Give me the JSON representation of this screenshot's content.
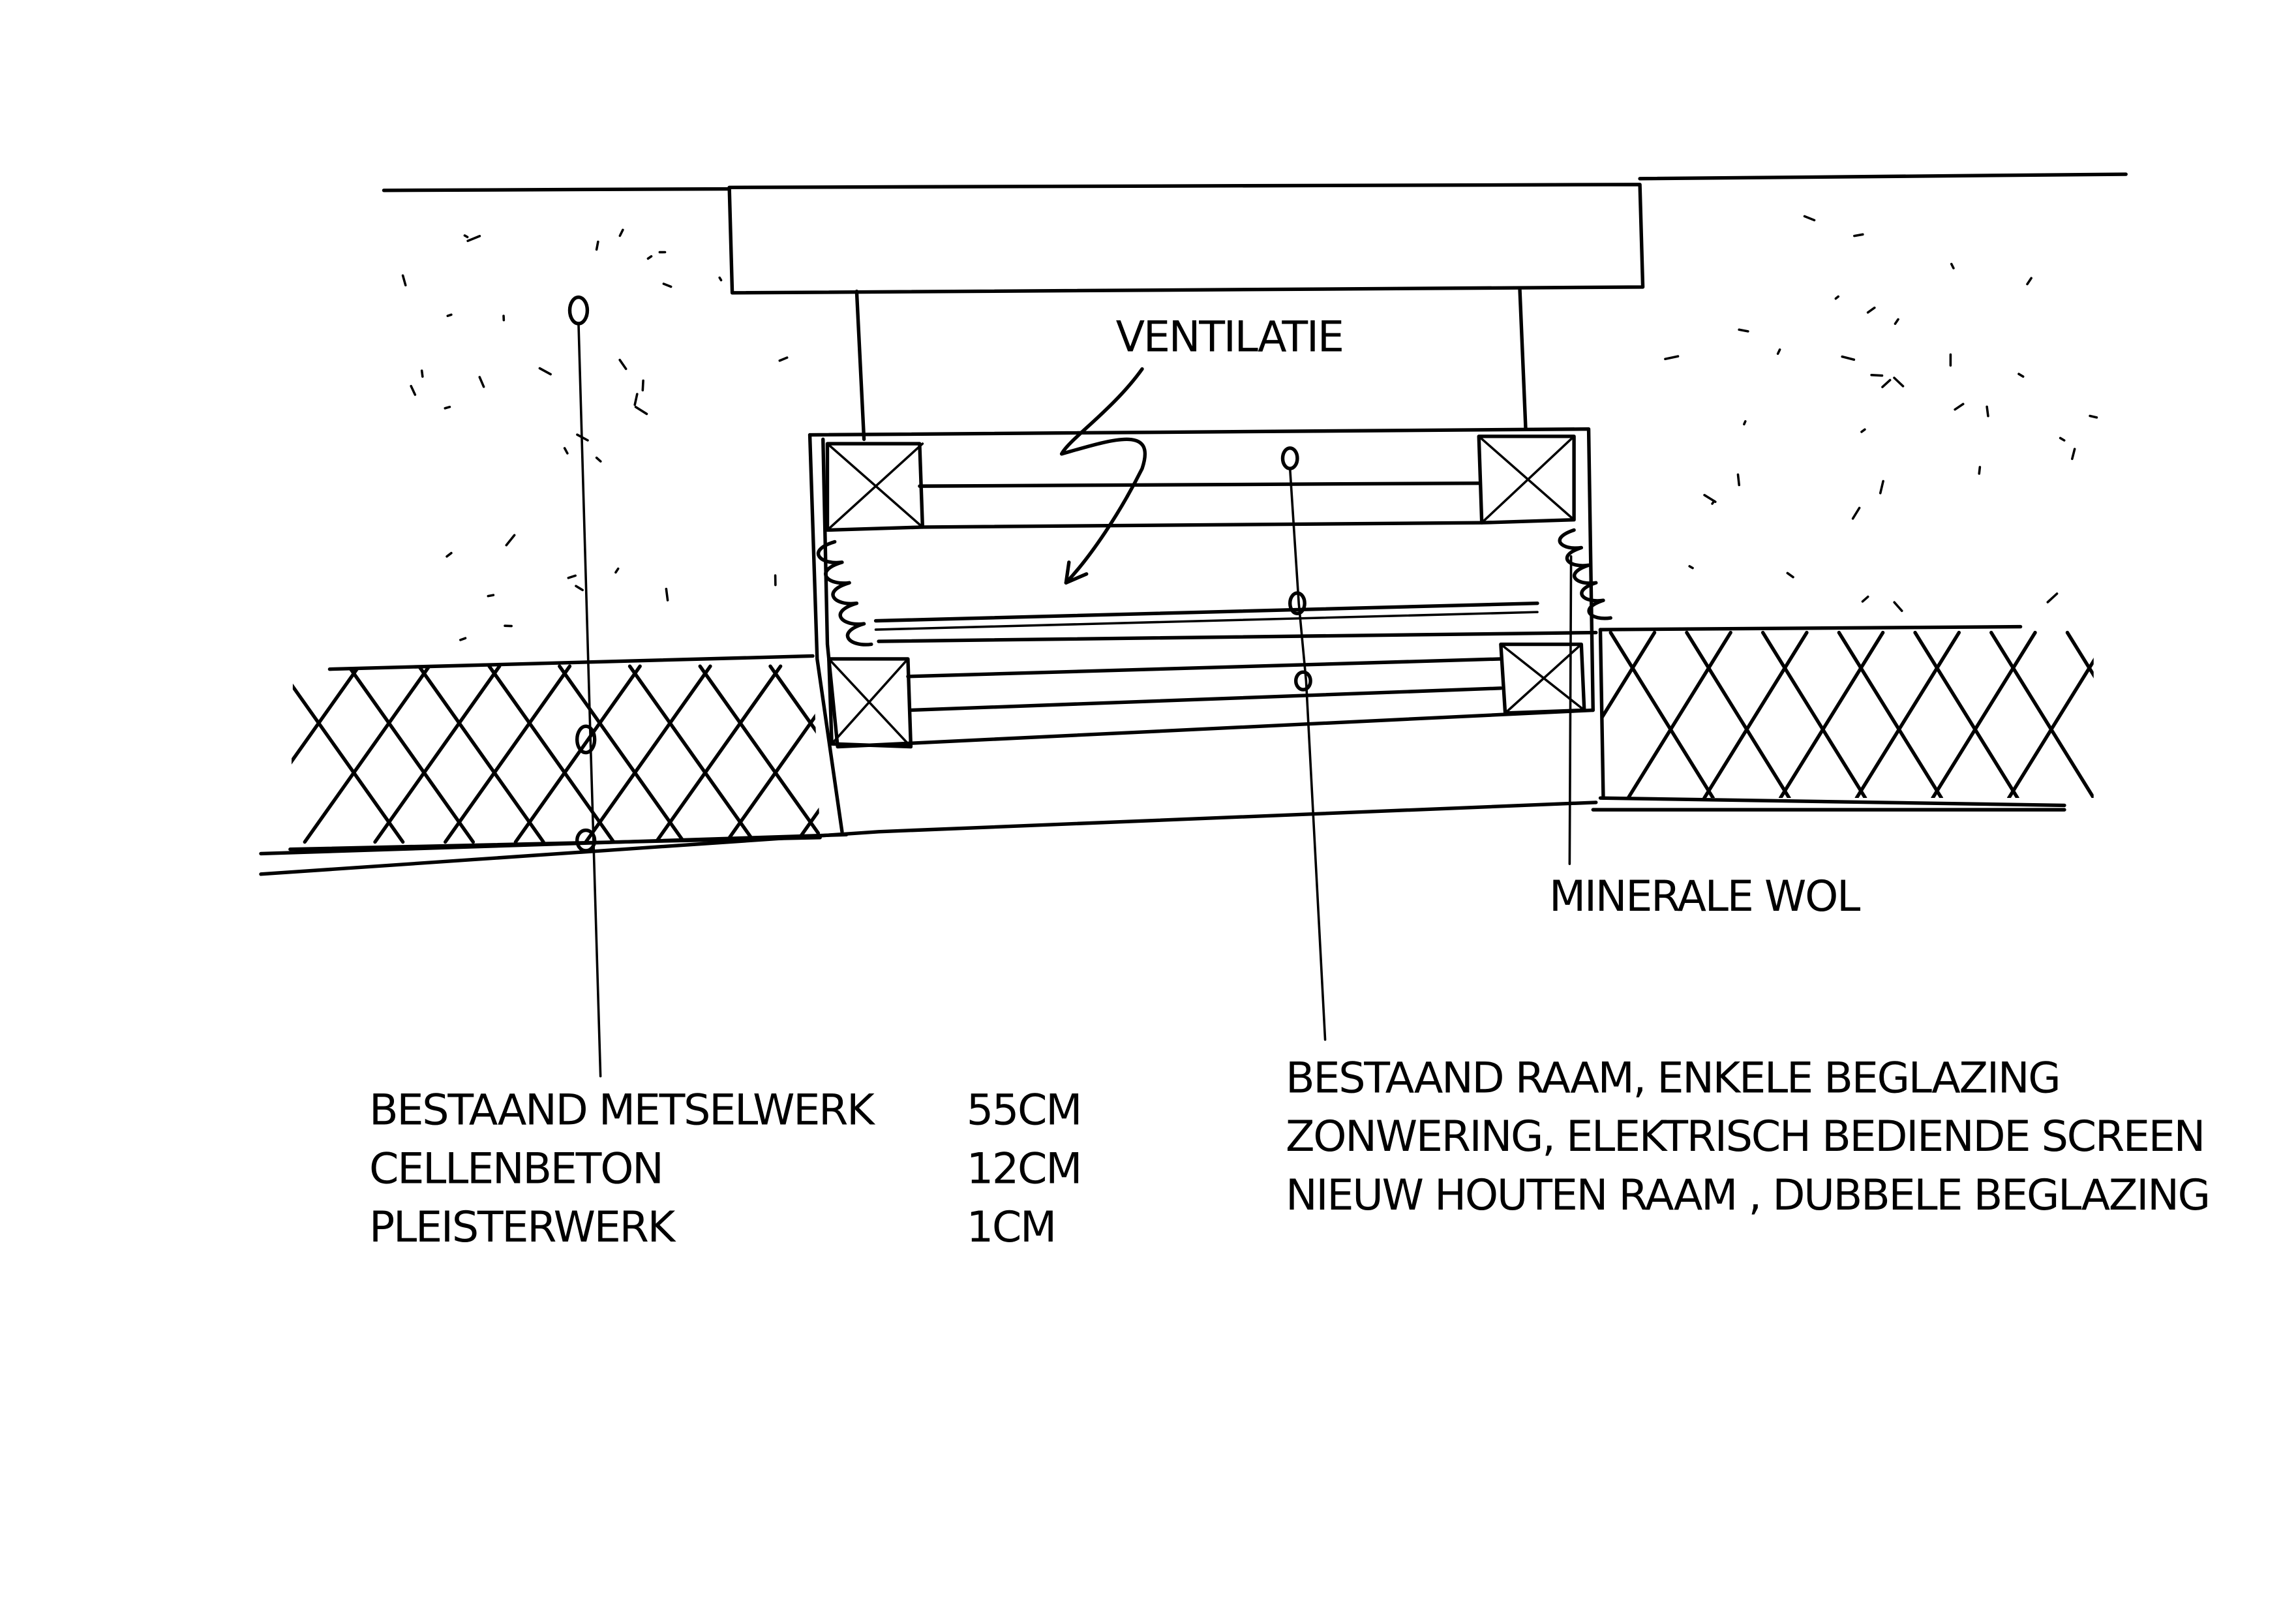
{
  "drawing": {
    "labels": {
      "ventilation": "VENTILATIE",
      "mineral_wool": "MINERALE WOL"
    },
    "wall_layers": [
      {
        "name": "BESTAAND METSELWERK",
        "thickness": "55CM"
      },
      {
        "name": "CELLENBETON",
        "thickness": "12CM"
      },
      {
        "name": "PLEISTERWERK",
        "thickness": "1CM"
      }
    ],
    "window_layers": [
      "BESTAAND RAAM, ENKELE BEGLAZING",
      "ZONWERING, ELEKTRISCH BEDIENDE SCREEN",
      "NIEUW HOUTEN RAAM , DUBBELE BEGLAZING"
    ]
  }
}
